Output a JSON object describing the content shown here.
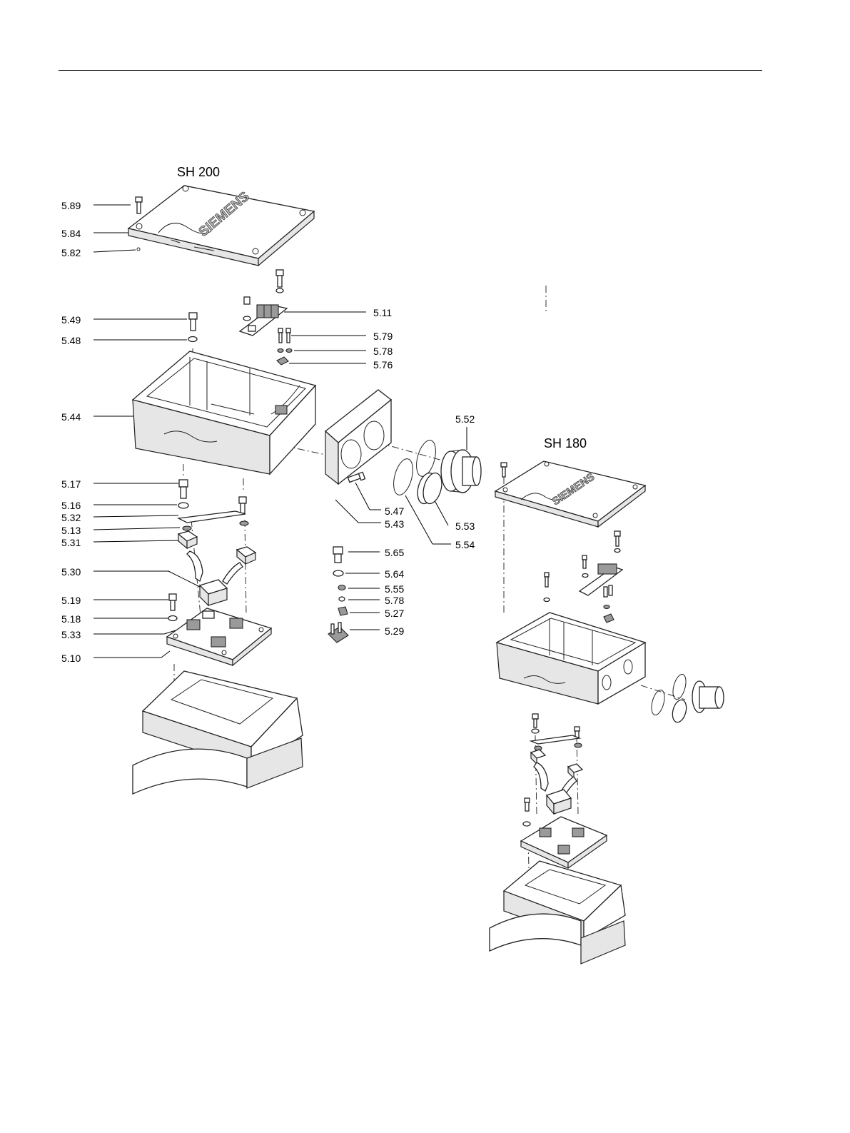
{
  "titles": {
    "sh200": "SH 200",
    "sh180": "SH 180"
  },
  "logo_text": "SIEMENS",
  "labels": {
    "l589": "5.89",
    "l584": "5.84",
    "l582": "5.82",
    "l549": "5.49",
    "l548": "5.48",
    "l544": "5.44",
    "l517": "5.17",
    "l516": "5.16",
    "l532": "5.32",
    "l513": "5.13",
    "l531": "5.31",
    "l530": "5.30",
    "l519": "5.19",
    "l518": "5.18",
    "l533": "5.33",
    "l510": "5.10",
    "l511": "5.11",
    "l579": "5.79",
    "l578a": "5.78",
    "l576": "5.76",
    "l552": "5.52",
    "l547": "5.47",
    "l543": "5.43",
    "l553": "5.53",
    "l554": "5.54",
    "l565": "5.65",
    "l564": "5.64",
    "l555": "5.55",
    "l578b": "5.78",
    "l527": "5.27",
    "l529": "5.29"
  }
}
